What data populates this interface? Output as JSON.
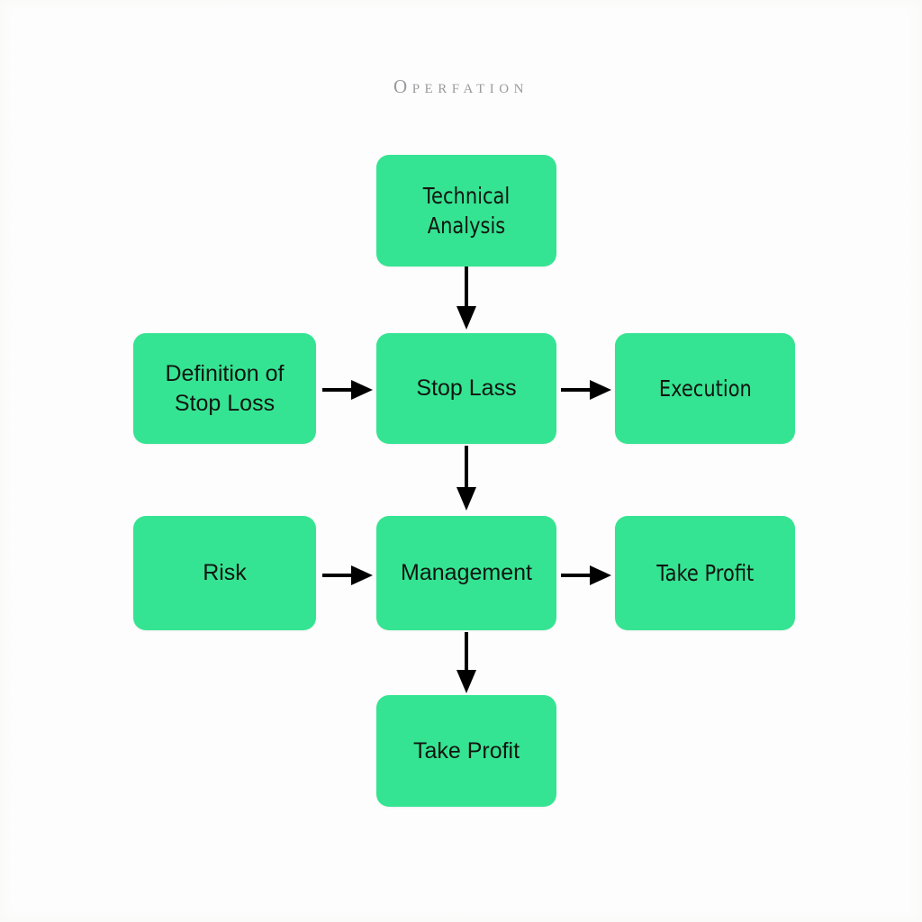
{
  "title": "Operfation",
  "theme": {
    "background": "#fdfdfd",
    "node_fill": "#35e492",
    "node_text": "#111511",
    "title_text": "#9a9a9e",
    "arrow_color": "#000000"
  },
  "nodes": {
    "technical_analysis": "Technical Analysis",
    "definition_stop_loss": "Definition of\nStop Loss",
    "stop_lass": "Stop Lass",
    "execution": "Execution",
    "risk": "Risk",
    "management": "Management",
    "take_profit_right": "Take Profit",
    "take_profit_bottom": "Take Profit"
  },
  "edges": [
    {
      "from": "technical_analysis",
      "to": "stop_lass",
      "direction": "down"
    },
    {
      "from": "definition_stop_loss",
      "to": "stop_lass",
      "direction": "right"
    },
    {
      "from": "stop_lass",
      "to": "execution",
      "direction": "right"
    },
    {
      "from": "stop_lass",
      "to": "management",
      "direction": "down"
    },
    {
      "from": "risk",
      "to": "management",
      "direction": "right"
    },
    {
      "from": "management",
      "to": "take_profit_right",
      "direction": "right"
    },
    {
      "from": "management",
      "to": "take_profit_bottom",
      "direction": "down"
    }
  ]
}
